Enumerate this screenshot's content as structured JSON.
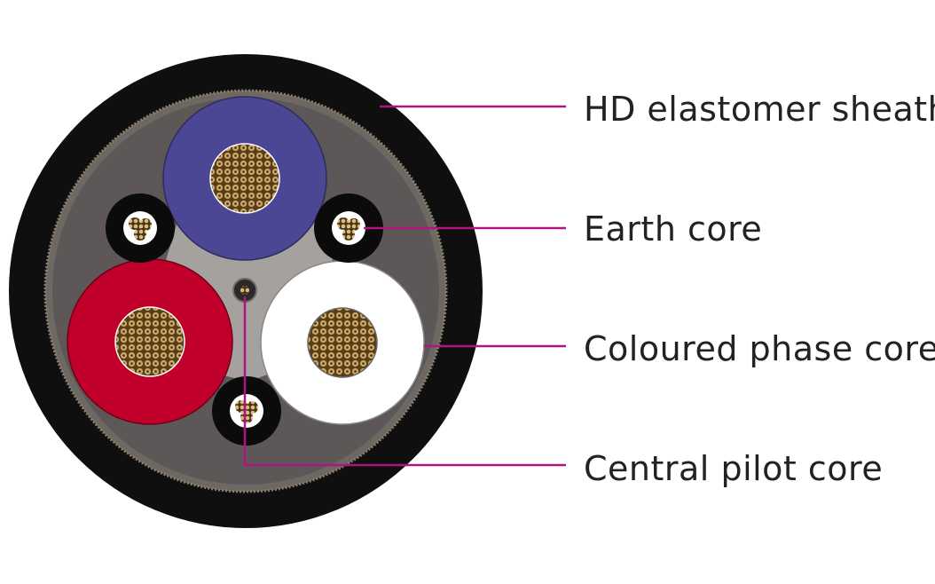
{
  "labels": {
    "sheath": "HD elastomer sheath",
    "earth": "Earth core",
    "phase": "Coloured phase core",
    "pilot": "Central pilot core"
  },
  "colors": {
    "leader_line": "#b0157f",
    "sheath": "#0f0f0f",
    "filler": "#5d5857",
    "cradle": "#a5a19e",
    "core_blue": "#4b4794",
    "core_red": "#c0002b",
    "core_white": "#ffffff",
    "conductor": "#6b4a1e"
  }
}
